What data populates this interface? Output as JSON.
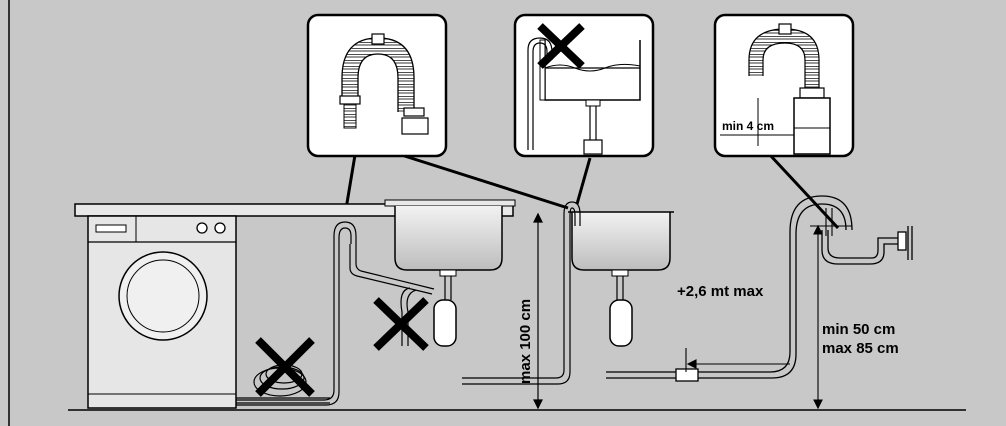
{
  "labels": {
    "min_4_cm": "min 4 cm",
    "max_100_cm": "max 100 cm",
    "plus_2_6_mt_max": "+2,6 mt max",
    "min_50_cm": "min 50 cm",
    "max_85_cm": "max 85 cm"
  },
  "colors": {
    "background": "#c8c8c8",
    "panel": "#ffffff",
    "line": "#000000",
    "fixture": "#e6e6e6",
    "sink_shade": "#d8d8d8"
  }
}
